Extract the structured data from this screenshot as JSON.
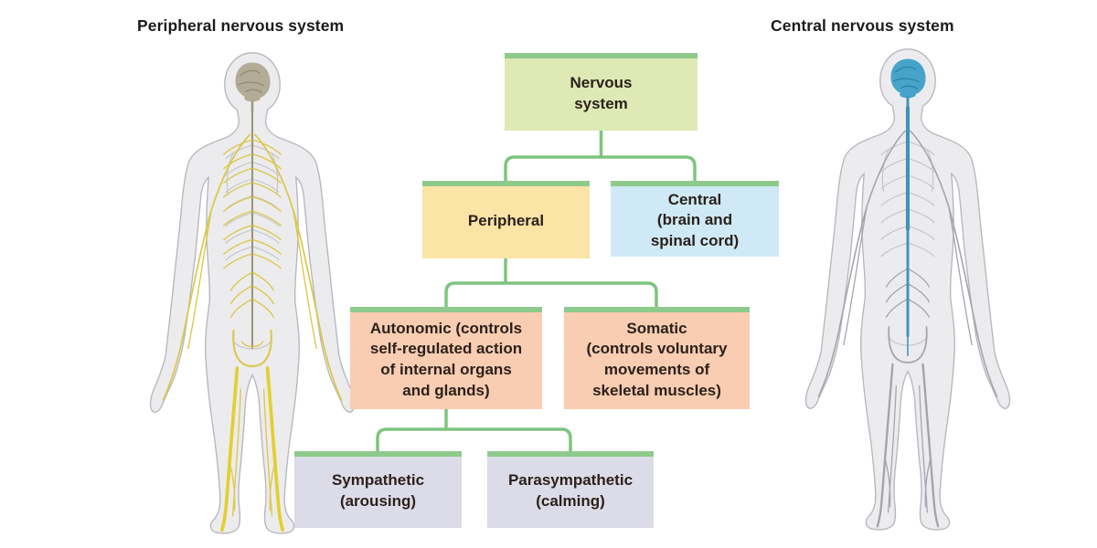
{
  "headers": {
    "left": "Peripheral nervous system",
    "right": "Central nervous system"
  },
  "flowchart": {
    "connector_color": "#7ec47f",
    "bar_color": "#8fca8d",
    "text_color": "#2b211a",
    "nodes": {
      "nervous": {
        "label": "Nervous\nsystem",
        "fill": "#dee9b5"
      },
      "peripheral": {
        "label": "Peripheral",
        "fill": "#fce3a6"
      },
      "central": {
        "label": "Central\n(brain and\nspinal cord)",
        "fill": "#cfe9f6"
      },
      "autonomic": {
        "label": "Autonomic (controls\nself-regulated action\nof internal organs\nand glands)",
        "fill": "#f9cdb2"
      },
      "somatic": {
        "label": "Somatic\n(controls voluntary\nmovements of\nskeletal muscles)",
        "fill": "#f9cdb2"
      },
      "sympathetic": {
        "label": "Sympathetic\n(arousing)",
        "fill": "#dcdbe8"
      },
      "parasympathetic": {
        "label": "Parasympathetic\n(calming)",
        "fill": "#dcdbe8"
      }
    }
  },
  "figures": {
    "left": {
      "body_fill": "#ececef",
      "body_stroke": "#b7b7bd",
      "detail_color": "#c5c5ca",
      "nerve_color": "#dcc84a",
      "sciatic_color": "#e2d02f",
      "spine_color": "#9b9678",
      "brain_fill": "#b2ac97",
      "brain_detail": "#8c866f"
    },
    "right": {
      "body_fill": "#ececef",
      "body_stroke": "#b7b7bd",
      "detail_color": "#c5c5ca",
      "nerve_color": "#a3a3ab",
      "cord_color": "#3f93ba",
      "brain_fill": "#47a3c9",
      "brain_detail": "#2b7ea6"
    }
  }
}
